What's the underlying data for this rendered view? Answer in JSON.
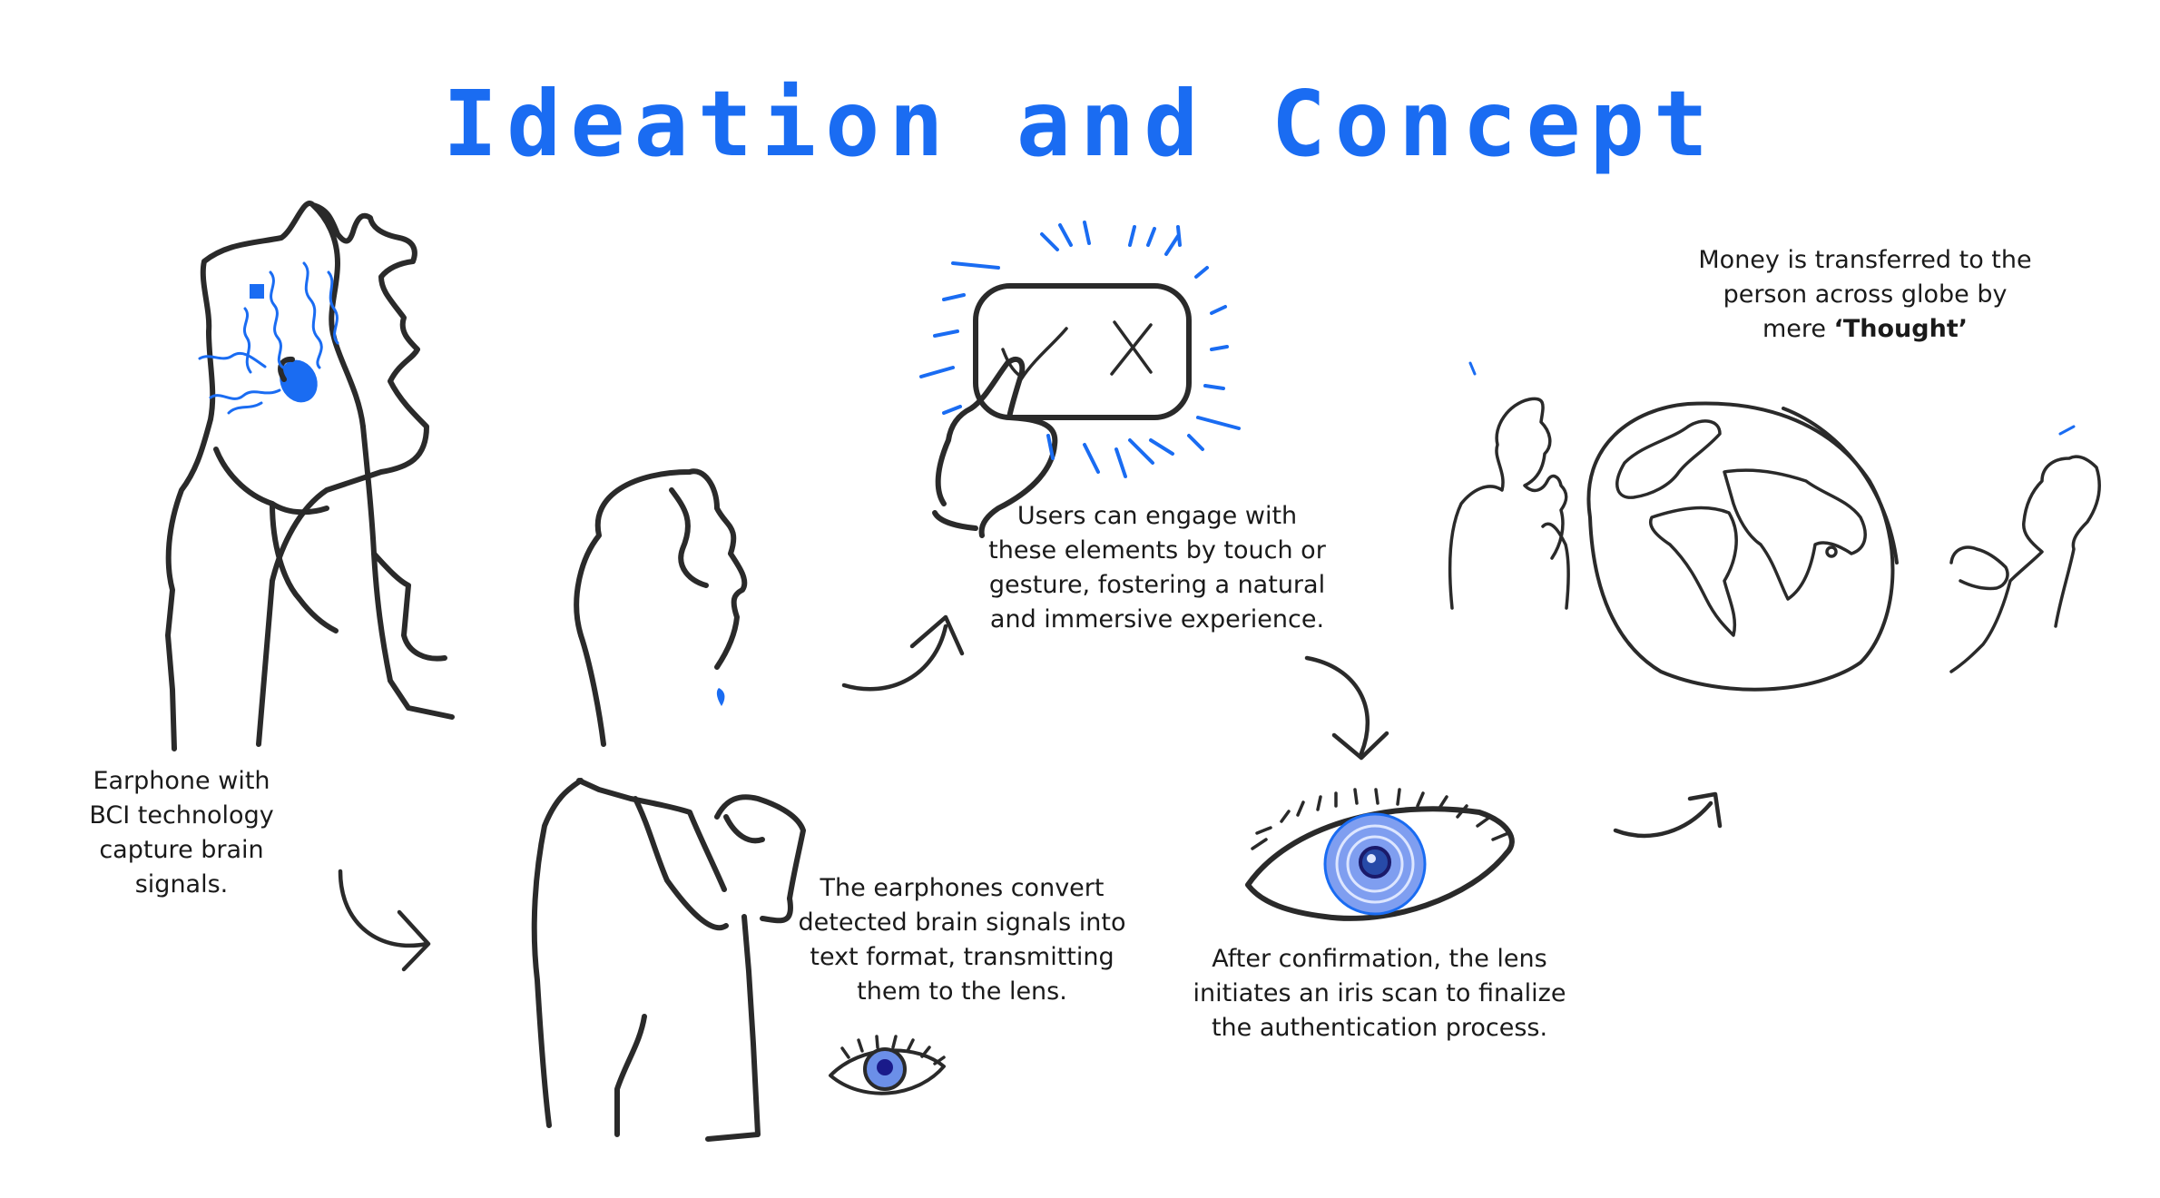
{
  "title": "Ideation and Concept",
  "captions": {
    "earphone": [
      "Earphone with",
      "BCI technology",
      "capture brain",
      "signals."
    ],
    "convert": [
      "The earphones convert",
      "detected brain signals into",
      "text format, transmitting",
      "them to the lens."
    ],
    "engage": [
      "Users can engage with",
      "these elements by touch or",
      "gesture, fostering a natural",
      "and immersive experience."
    ],
    "iris": [
      "After confirmation, the lens",
      "initiates an iris scan to finalize",
      "the authentication process."
    ],
    "money": {
      "line1": "Money is transferred to the",
      "line2": "person across globe by",
      "line3_prefix": "mere ",
      "line3_bold": "‘Thought’"
    }
  },
  "colors": {
    "accent": "#1a6cf2",
    "ink": "#2a2a2a",
    "text": "#1a1a1a",
    "dark_blue": "#2a2ad0"
  },
  "icons": [
    "head-profile-illustration",
    "thinking-man-illustration",
    "touch-gesture-illustration",
    "eye-icon",
    "iris-scan-icon",
    "globe-illustration",
    "curved-arrow-icon"
  ]
}
